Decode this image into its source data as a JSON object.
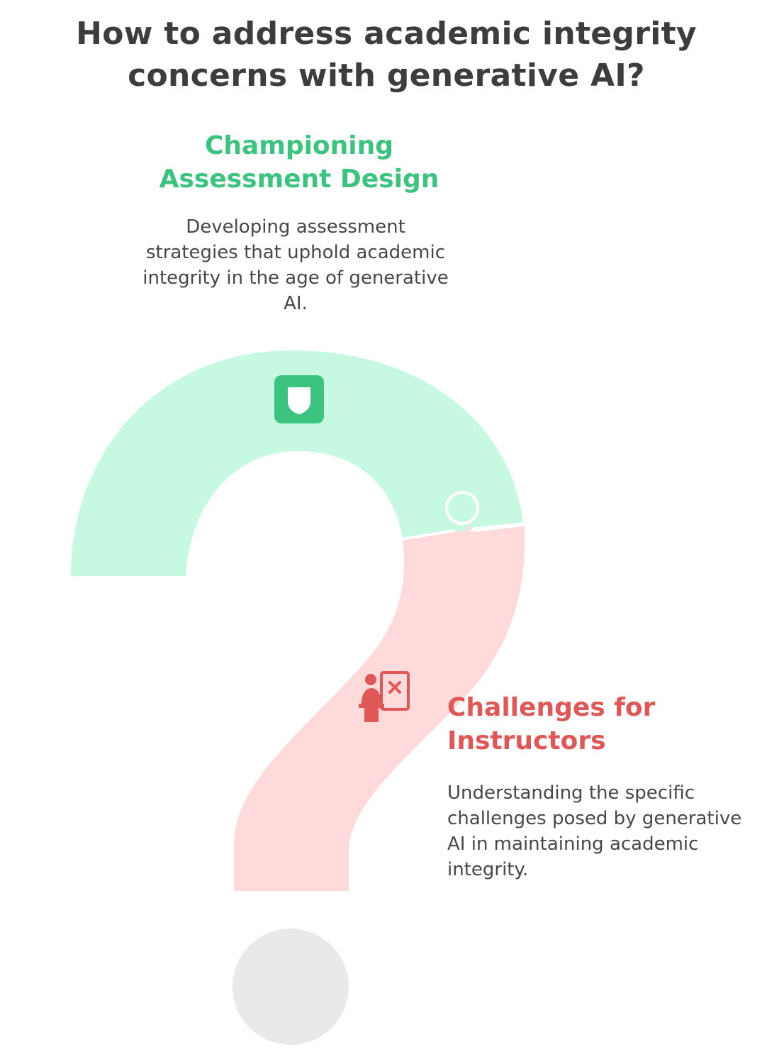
{
  "title": "How to address academic integrity concerns with generative AI?",
  "colors": {
    "green_fill": "#c7f9e2",
    "green_accent": "#3cc380",
    "red_fill": "#ffdada",
    "red_accent": "#e05757",
    "dot_fill": "#e9e9e9",
    "text_dark": "#3d3d3d"
  },
  "sections": [
    {
      "heading_lines": [
        "Championing",
        "Assessment Design"
      ],
      "description": "Developing assessment strategies that uphold academic integrity in the age of generative AI.",
      "icon": "shield-icon"
    },
    {
      "heading_lines": [
        "Challenges for",
        "Instructors"
      ],
      "description": "Understanding the specific challenges posed by generative AI in maintaining academic integrity.",
      "icon": "instructor-board-x-icon"
    }
  ]
}
